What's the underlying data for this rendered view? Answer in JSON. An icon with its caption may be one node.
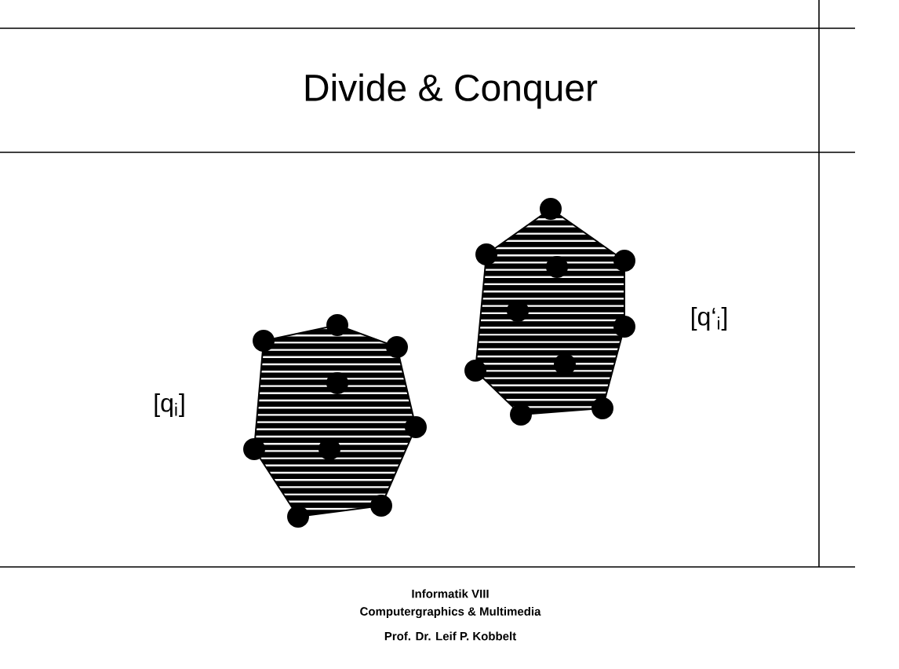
{
  "diagram": {
    "title": "Divide & Conquer",
    "labels": [
      "[q‘$_{i}$]",
      "[q$_{i}$]",
      "Informatik VIII",
      "Computergraphics & Multimedia",
      "Prof. Dr. Leif P. Kobbelt"
    ]
  }
}
